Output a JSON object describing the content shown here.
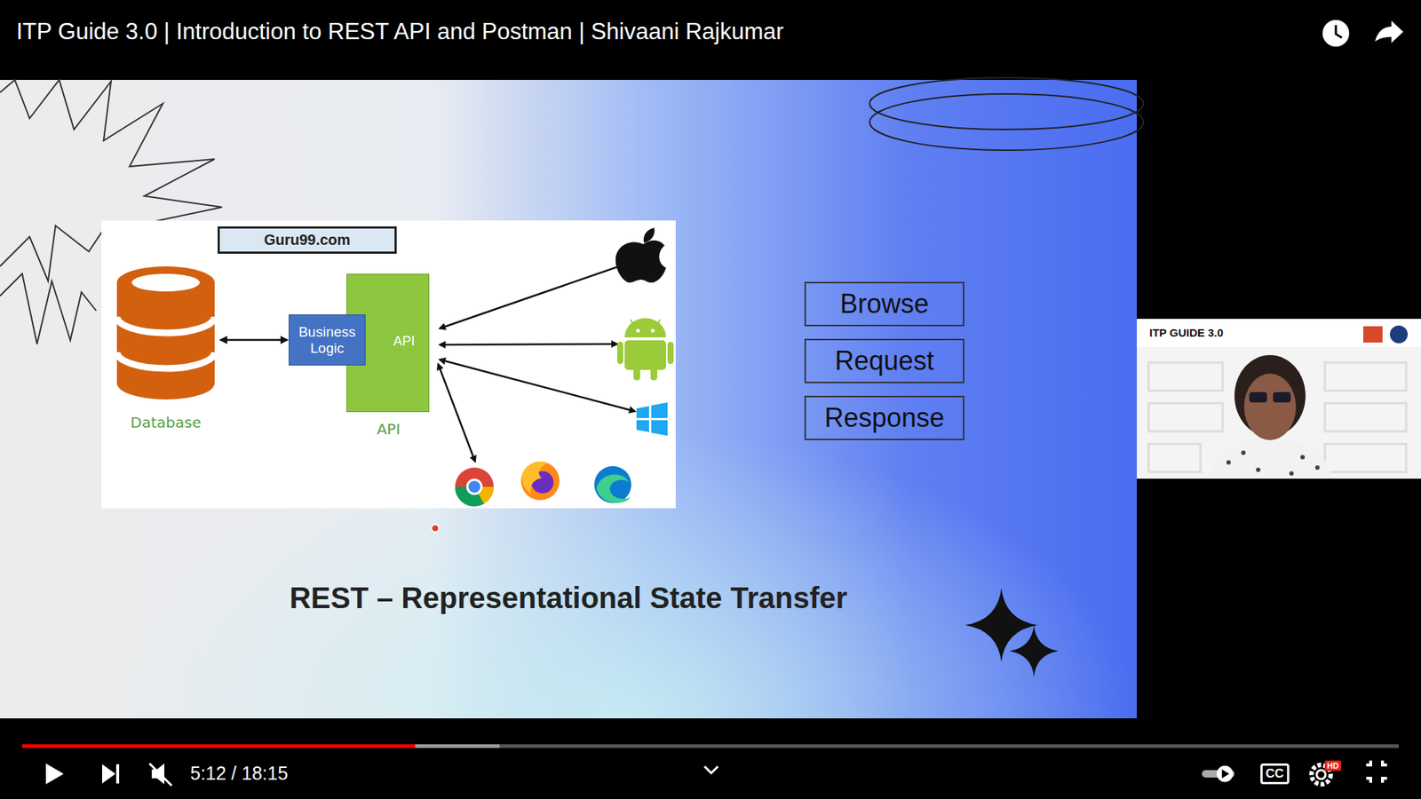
{
  "diagram": {
    "title": "ITP Guide 3.0 | Introduction to REST API and Postman | Shivaani Rajkumar",
    "caption": "REST – Representational State Transfer",
    "nodes": [
      {
        "text": [
          "Guru99.com"
        ]
      },
      {
        "text": [
          "Database"
        ]
      },
      {
        "text": [
          "API",
          "API"
        ]
      },
      {
        "text": [
          "Business Logic"
        ],
        "in": 2
      },
      {
        "text": [
          "Browse"
        ]
      },
      {
        "text": [
          "Request"
        ]
      },
      {
        "text": [
          "Response"
        ]
      }
    ],
    "edges": [
      {
        "from": 1,
        "to": 3,
        "arrow": "both"
      }
    ],
    "labels": [
      "5:12 / 18:15",
      "ITP GUIDE 3.0",
      "CC",
      "HD"
    ]
  }
}
